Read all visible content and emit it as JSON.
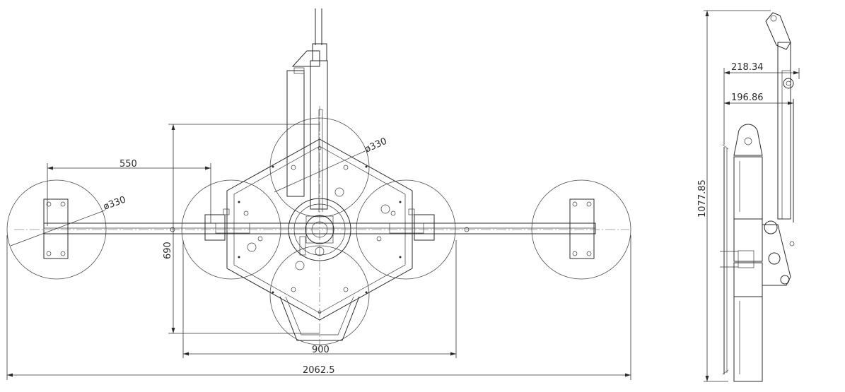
{
  "dimensions": {
    "overall_width": "2062.5",
    "frame_width": "900",
    "frame_height": "690",
    "arm_length": "550",
    "pad_diameter_left": "ø330",
    "pad_diameter_top": "ø330",
    "side_height": "1077.85",
    "side_offset_1": "218.34",
    "side_offset_2": "196.86"
  }
}
